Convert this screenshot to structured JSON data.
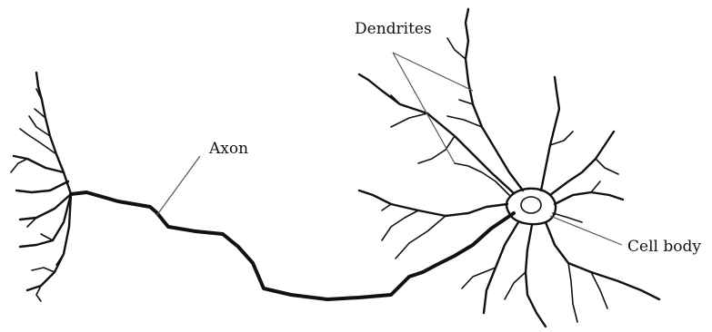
{
  "labels": {
    "dendrites": "Dendrites",
    "axon": "Axon",
    "cell_body": "Cell body"
  },
  "colors": {
    "ink": "#111111",
    "leader": "#555555",
    "background": "#ffffff"
  }
}
